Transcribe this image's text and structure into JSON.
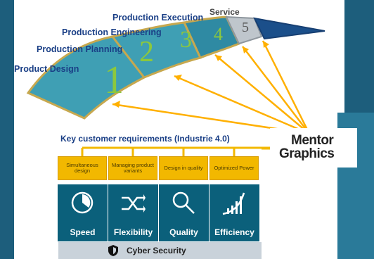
{
  "stages": {
    "product_design": "Product Design",
    "production_planning": "Production Planning",
    "production_engineering": "Production Engineering",
    "production_execution": "Production Execution",
    "service": "Service",
    "numbers": [
      "1",
      "2",
      "3",
      "4",
      "5"
    ]
  },
  "key_requirements_title": "Key customer requirements (Industrie 4.0)",
  "requirements": [
    {
      "label": "Simultaneous design"
    },
    {
      "label": "Managing product variants"
    },
    {
      "label": "Design in quality"
    },
    {
      "label": "Optimized Power"
    }
  ],
  "pillars": [
    {
      "label": "Speed",
      "icon": "stopwatch-icon"
    },
    {
      "label": "Flexibility",
      "icon": "shuffle-icon"
    },
    {
      "label": "Quality",
      "icon": "magnifier-icon"
    },
    {
      "label": "Efficiency",
      "icon": "rising-curve-icon"
    }
  ],
  "cyber_security": "Cyber Security",
  "logo": {
    "line1": "Mentor",
    "line2": "Graphics"
  },
  "colors": {
    "background": "#1d5e7c",
    "stage_label": "#1a3f86",
    "path_teal": "#3f9fb4",
    "path_border": "#c7a84f",
    "number_green": "#8cc83d",
    "requirement_yellow": "#f2b800",
    "pillar_teal": "#0b607b",
    "cyber_band": "#c9d2da",
    "arrow_orange": "#ffb000"
  }
}
